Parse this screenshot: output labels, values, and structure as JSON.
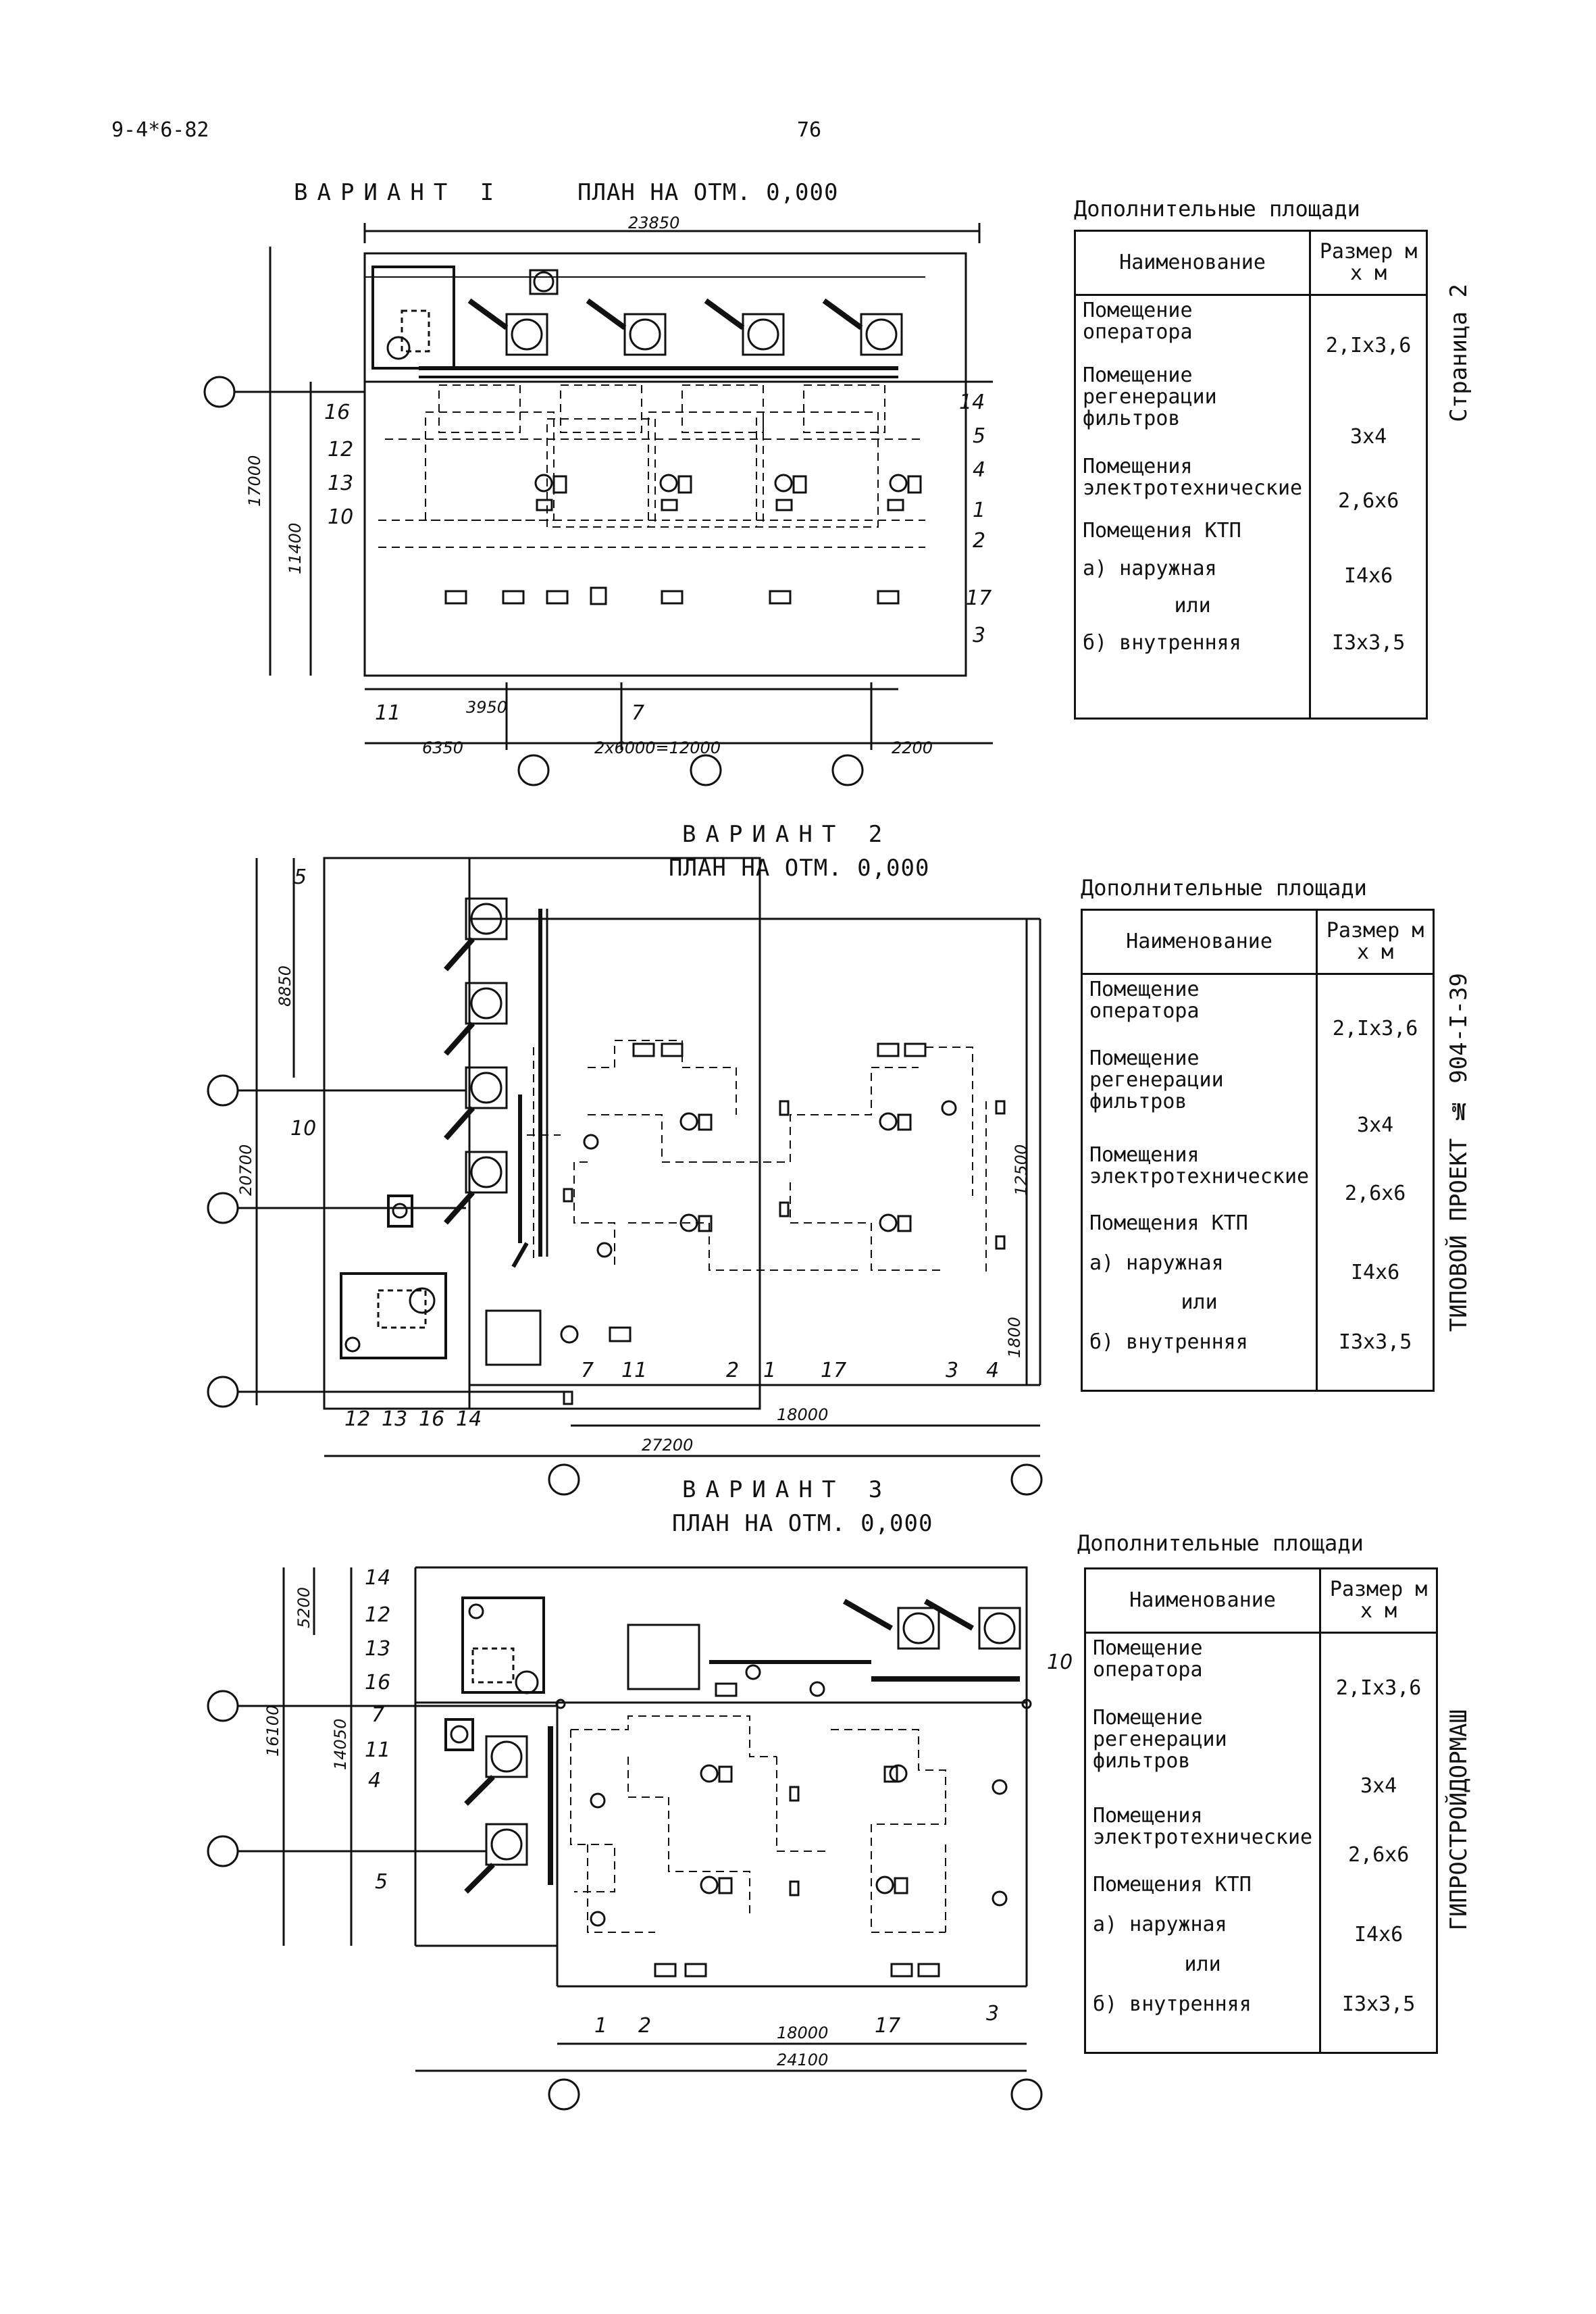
{
  "header": {
    "code": "9-4*6-82",
    "page_number": "76"
  },
  "side_labels": {
    "page": "Страница 2",
    "project": "ТИПОВОЙ ПРОЕКТ № 904-I-39",
    "org": "ГИПРОСТРОЙДОРМАШ"
  },
  "table_common": {
    "caption": "Дополнительные площади",
    "col_name": "Наименование",
    "col_size": "Размер м х м",
    "rows": [
      {
        "name": "Помещение оператора",
        "size": "2,Iх3,6"
      },
      {
        "name": "Помещение регенерации фильтров",
        "size": "3х4"
      },
      {
        "name": "Помещения электротехнические",
        "size": "2,6х6"
      },
      {
        "name": "Помещения КТП",
        "size": ""
      },
      {
        "name": "а) наружная",
        "size": "I4х6"
      },
      {
        "name": "или",
        "size": ""
      },
      {
        "name": "б) внутренняя",
        "size": "I3х3,5"
      }
    ]
  },
  "variants": [
    {
      "title": "ВАРИАНТ I",
      "subtitle": "ПЛАН НА ОТМ. 0,000",
      "dims": {
        "overall": "23850",
        "height_total": "17000",
        "height_inner": "11400",
        "d1": "3950",
        "d2": "6350",
        "d3": "2х6000=12000",
        "d4": "2200"
      },
      "callouts": [
        "16",
        "12",
        "13",
        "10",
        "14",
        "5",
        "4",
        "1",
        "2",
        "17",
        "3",
        "7",
        "11"
      ]
    },
    {
      "title": "ВАРИАНТ 2",
      "subtitle": "ПЛАН НА ОТМ. 0,000",
      "dims": {
        "top": "8850",
        "height_total": "20700",
        "inner_height": "12500",
        "bottom_small": "1800",
        "inner_width": "18000",
        "overall": "27200"
      },
      "callouts": [
        "5",
        "10",
        "12",
        "13",
        "16",
        "14",
        "7",
        "11",
        "2",
        "1",
        "17",
        "3",
        "4"
      ]
    },
    {
      "title": "ВАРИАНТ 3",
      "subtitle": "ПЛАН НА ОТМ. 0,000",
      "dims": {
        "top": "5200",
        "height_total": "16100",
        "height_inner": "14050",
        "inner_width": "18000",
        "overall": "24100"
      },
      "callouts": [
        "14",
        "12",
        "13",
        "16",
        "7",
        "11",
        "4",
        "5",
        "10",
        "1",
        "2",
        "17",
        "3"
      ]
    }
  ]
}
